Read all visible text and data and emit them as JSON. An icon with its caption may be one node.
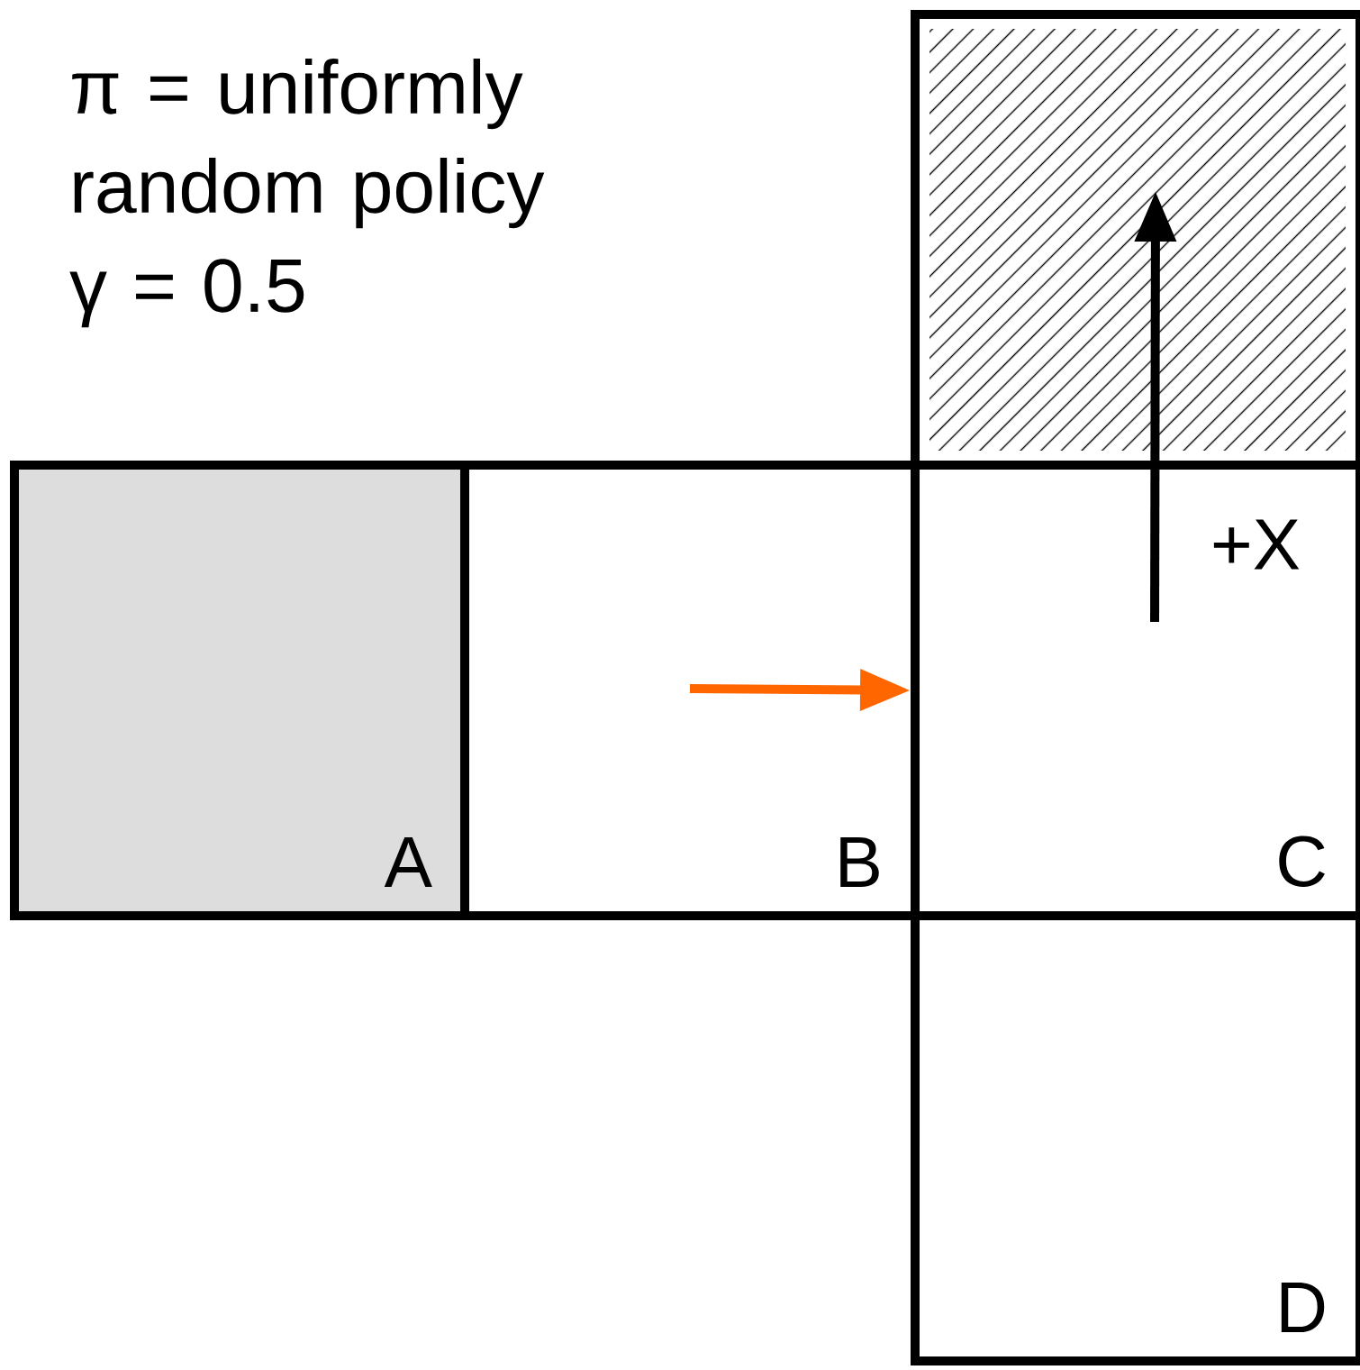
{
  "diagram": {
    "nodes": [
      {
        "text": [],
        "shape": "box"
      },
      {
        "text": [
          "A"
        ]
      },
      {
        "text": [
          "B"
        ]
      },
      {
        "text": [
          "C"
        ]
      },
      {
        "text": [
          "D"
        ]
      }
    ],
    "edges": [
      {
        "from": 2,
        "to": 3,
        "arrow": "to",
        "color": "#ff6600"
      },
      {
        "from": 3,
        "to": 0,
        "arrow": "to",
        "label": "+X",
        "color": "#000000"
      }
    ],
    "labels": [
      "π = uniformly random policy",
      "γ = 0.5"
    ]
  }
}
